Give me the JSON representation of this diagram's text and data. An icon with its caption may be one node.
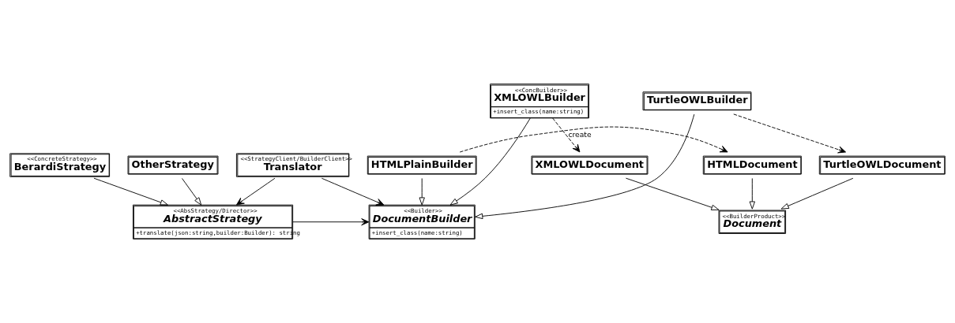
{
  "diagram": {
    "nodes": [
      {
        "text": [
          "<<StrategyClient/BuilderClient>>",
          "Translator"
        ]
      },
      {
        "text": [
          "<<AbsStrategy/Director>>",
          "AbstractStrategy",
          "+translate(json:string,builder:Builder): string"
        ]
      },
      {
        "text": [
          "<<Builder>>",
          "DocumentBuilder",
          "+insert_class(name:string)"
        ]
      },
      {
        "text": [
          "<<BuilderProduct>>",
          "Document"
        ]
      },
      {
        "text": [
          "<<ConcreteStrategy>>",
          "BerardiStrategy"
        ]
      },
      {
        "text": [
          "OtherStrategy"
        ]
      },
      {
        "text": [
          "HTMLPlainBuilder"
        ]
      },
      {
        "text": [
          "HTMLDocument"
        ]
      },
      {
        "text": [
          "TurtleOWLBuilder"
        ]
      },
      {
        "text": [
          "TurtleOWLDocument"
        ]
      },
      {
        "text": [
          "<<ConcBuilder>>",
          "XMLOWLBuilder",
          "+insert_class(name:string)"
        ]
      },
      {
        "text": [
          "XMLOWLDocument"
        ]
      }
    ],
    "edges": [
      {
        "from": 0,
        "to": 1,
        "arrow": "to"
      },
      {
        "from": 0,
        "to": 2,
        "arrow": "to"
      },
      {
        "from": 1,
        "to": 2,
        "arrow": "to"
      },
      {
        "from": 4,
        "to": 1,
        "arrow": "to"
      },
      {
        "from": 5,
        "to": 1,
        "arrow": "to"
      },
      {
        "from": 6,
        "to": 2,
        "arrow": "to"
      },
      {
        "from": 8,
        "to": 2,
        "arrow": "to"
      },
      {
        "from": 10,
        "to": 2,
        "arrow": "to"
      },
      {
        "from": 6,
        "to": 7,
        "arrow": "to",
        "style": "dashed"
      },
      {
        "from": 8,
        "to": 9,
        "arrow": "to",
        "style": "dashed"
      },
      {
        "from": 10,
        "to": 11,
        "arrow": "to",
        "style": "dashed",
        "label": "create"
      },
      {
        "from": 7,
        "to": 3,
        "arrow": "to"
      },
      {
        "from": 9,
        "to": 3,
        "arrow": "to"
      },
      {
        "from": 11,
        "to": 3,
        "arrow": "to"
      }
    ]
  }
}
